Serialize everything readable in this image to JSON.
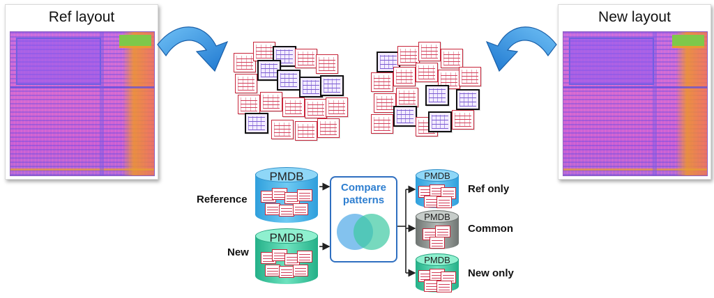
{
  "ref_layout": {
    "title": "Ref layout"
  },
  "new_layout": {
    "title": "New layout"
  },
  "inputs": {
    "reference": {
      "db_label": "PMDB",
      "side_label": "Reference"
    },
    "new": {
      "db_label": "PMDB",
      "side_label": "New"
    }
  },
  "compare": {
    "line1": "Compare",
    "line2": "patterns"
  },
  "outputs": {
    "ref_only": {
      "db_label": "PMDB",
      "side_label": "Ref only"
    },
    "common": {
      "db_label": "PMDB",
      "side_label": "Common"
    },
    "new_only": {
      "db_label": "PMDB",
      "side_label": "New only"
    }
  },
  "colors": {
    "arrow_blue": "#2f8ee0",
    "ref_db": "#4fb6ea",
    "new_db": "#3ec79b",
    "common_db": "#8a8f8c",
    "compare_border": "#2f6fc0",
    "venn_left": "#5aaee8",
    "venn_right": "#3dc9a3"
  }
}
